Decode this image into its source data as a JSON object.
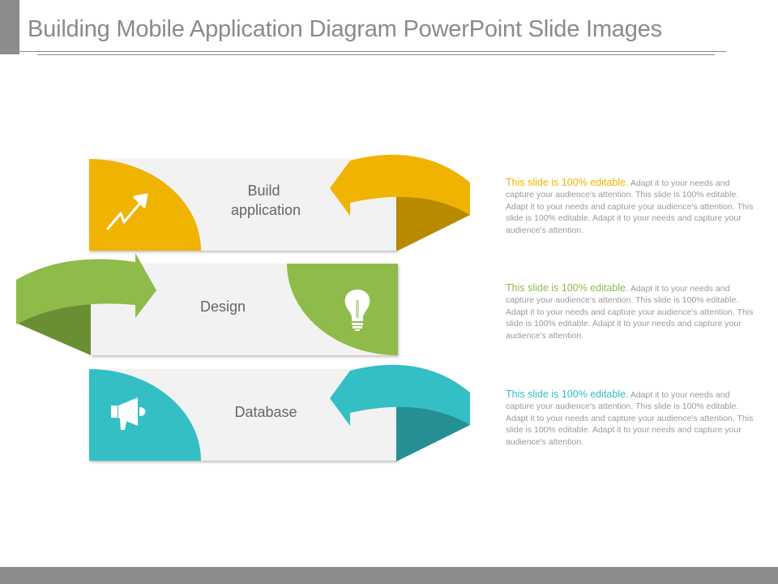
{
  "slide": {
    "title": "Building Mobile Application Diagram PowerPoint Slide Images"
  },
  "steps": [
    {
      "label_lines": [
        "Build",
        "application"
      ],
      "icon": "trending-up-arrow-icon",
      "color": "#f0b400",
      "description_lead": "This slide is 100% editable.",
      "description_body": " Adapt it to your needs and capture your audience's attention. This slide is 100% editable. Adapt it to your needs and capture your audience's attention. This slide is 100% editable. Adapt it to your needs and capture your audience's attention."
    },
    {
      "label_lines": [
        "Design"
      ],
      "icon": "lightbulb-icon",
      "color": "#8fbb4b",
      "description_lead": "This slide is 100% editable.",
      "description_body": " Adapt it to your needs and capture your audience's attention. This slide is 100% editable. Adapt it to your needs and capture your audience's attention. This slide is 100% editable. Adapt it to your needs and capture your audience's attention."
    },
    {
      "label_lines": [
        "Database"
      ],
      "icon": "megaphone-icon",
      "color": "#33bfc4",
      "description_lead": "This slide is 100% editable.",
      "description_body": " Adapt it to your needs and capture your audience's attention. This slide is 100% editable. Adapt it to your needs and capture your audience's attention. This slide is 100% editable. Adapt it to your needs and capture your audience's attention."
    }
  ],
  "colors": {
    "yellow_dark": "#b98a00",
    "green_dark": "#6a8f33",
    "teal_dark": "#258f93",
    "box_fill": "#f2f2f2"
  }
}
